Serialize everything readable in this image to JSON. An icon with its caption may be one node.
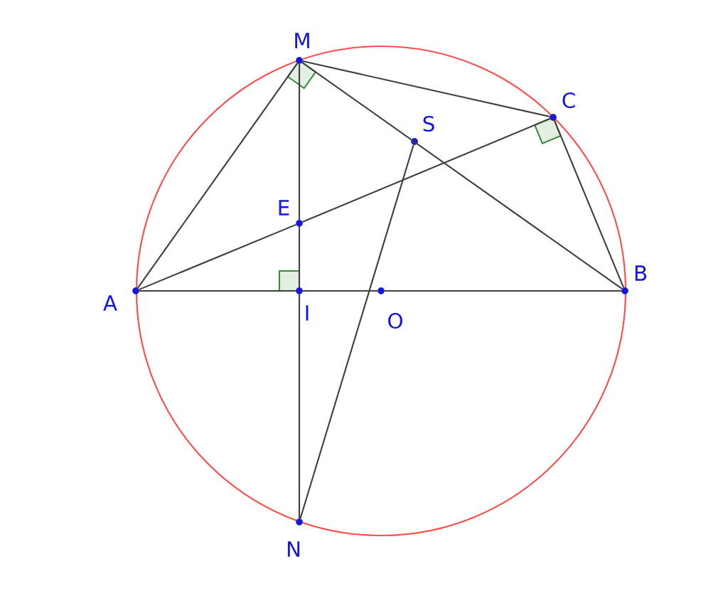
{
  "diagram": {
    "nodes": [
      {
        "text": [
          "M"
        ]
      },
      {
        "text": [
          "C"
        ]
      },
      {
        "text": [
          "S"
        ]
      },
      {
        "text": [
          "E"
        ]
      },
      {
        "text": [
          "A"
        ]
      },
      {
        "text": [
          "I"
        ]
      },
      {
        "text": [
          "O"
        ]
      },
      {
        "text": [
          "B"
        ]
      },
      {
        "text": [
          "N"
        ]
      }
    ],
    "edges": [
      {
        "from": 4,
        "to": 0,
        "arrow": "none"
      },
      {
        "from": 0,
        "to": 1,
        "arrow": "none"
      },
      {
        "from": 0,
        "to": 7,
        "arrow": "none"
      },
      {
        "from": 1,
        "to": 7,
        "arrow": "none"
      },
      {
        "from": 4,
        "to": 3,
        "arrow": "none"
      },
      {
        "from": 3,
        "to": 1,
        "arrow": "none"
      },
      {
        "from": 4,
        "to": 5,
        "arrow": "none"
      },
      {
        "from": 5,
        "to": 6,
        "arrow": "none"
      },
      {
        "from": 6,
        "to": 7,
        "arrow": "none"
      },
      {
        "from": 0,
        "to": 3,
        "arrow": "none"
      },
      {
        "from": 3,
        "to": 5,
        "arrow": "none"
      },
      {
        "from": 5,
        "to": 8,
        "arrow": "none"
      },
      {
        "from": 2,
        "to": 8,
        "arrow": "none"
      }
    ]
  }
}
